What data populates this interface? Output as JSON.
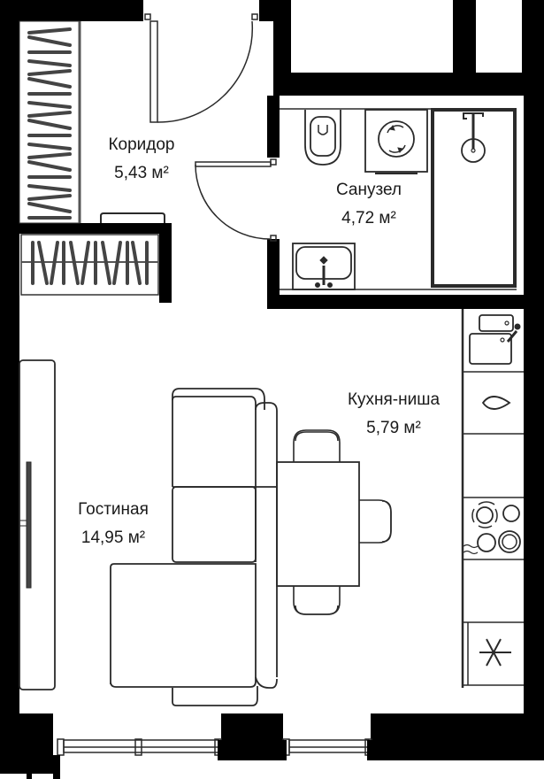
{
  "plan": {
    "type": "studio apartment floor plan",
    "colors": {
      "wall": "#000000",
      "line": "#2a2a2a",
      "background": "#ffffff",
      "text": "#1a1a1a"
    },
    "rooms": [
      {
        "id": "corridor",
        "name": "Коридор",
        "area": "5,43 м²"
      },
      {
        "id": "bathroom",
        "name": "Санузел",
        "area": "4,72 м²"
      },
      {
        "id": "kitchen",
        "name": "Кухня-ниша",
        "area": "5,79 м²"
      },
      {
        "id": "living",
        "name": "Гостиная",
        "area": "14,95 м²"
      }
    ],
    "fixtures": [
      "wardrobe",
      "shoe-cabinet",
      "radiator",
      "toilet",
      "washing-machine",
      "shower",
      "sink",
      "kitchen-sink",
      "oven",
      "cooktop",
      "fridge",
      "sofa",
      "dining-table",
      "chairs",
      "tv-cabinet",
      "tv",
      "windows",
      "doors"
    ]
  }
}
